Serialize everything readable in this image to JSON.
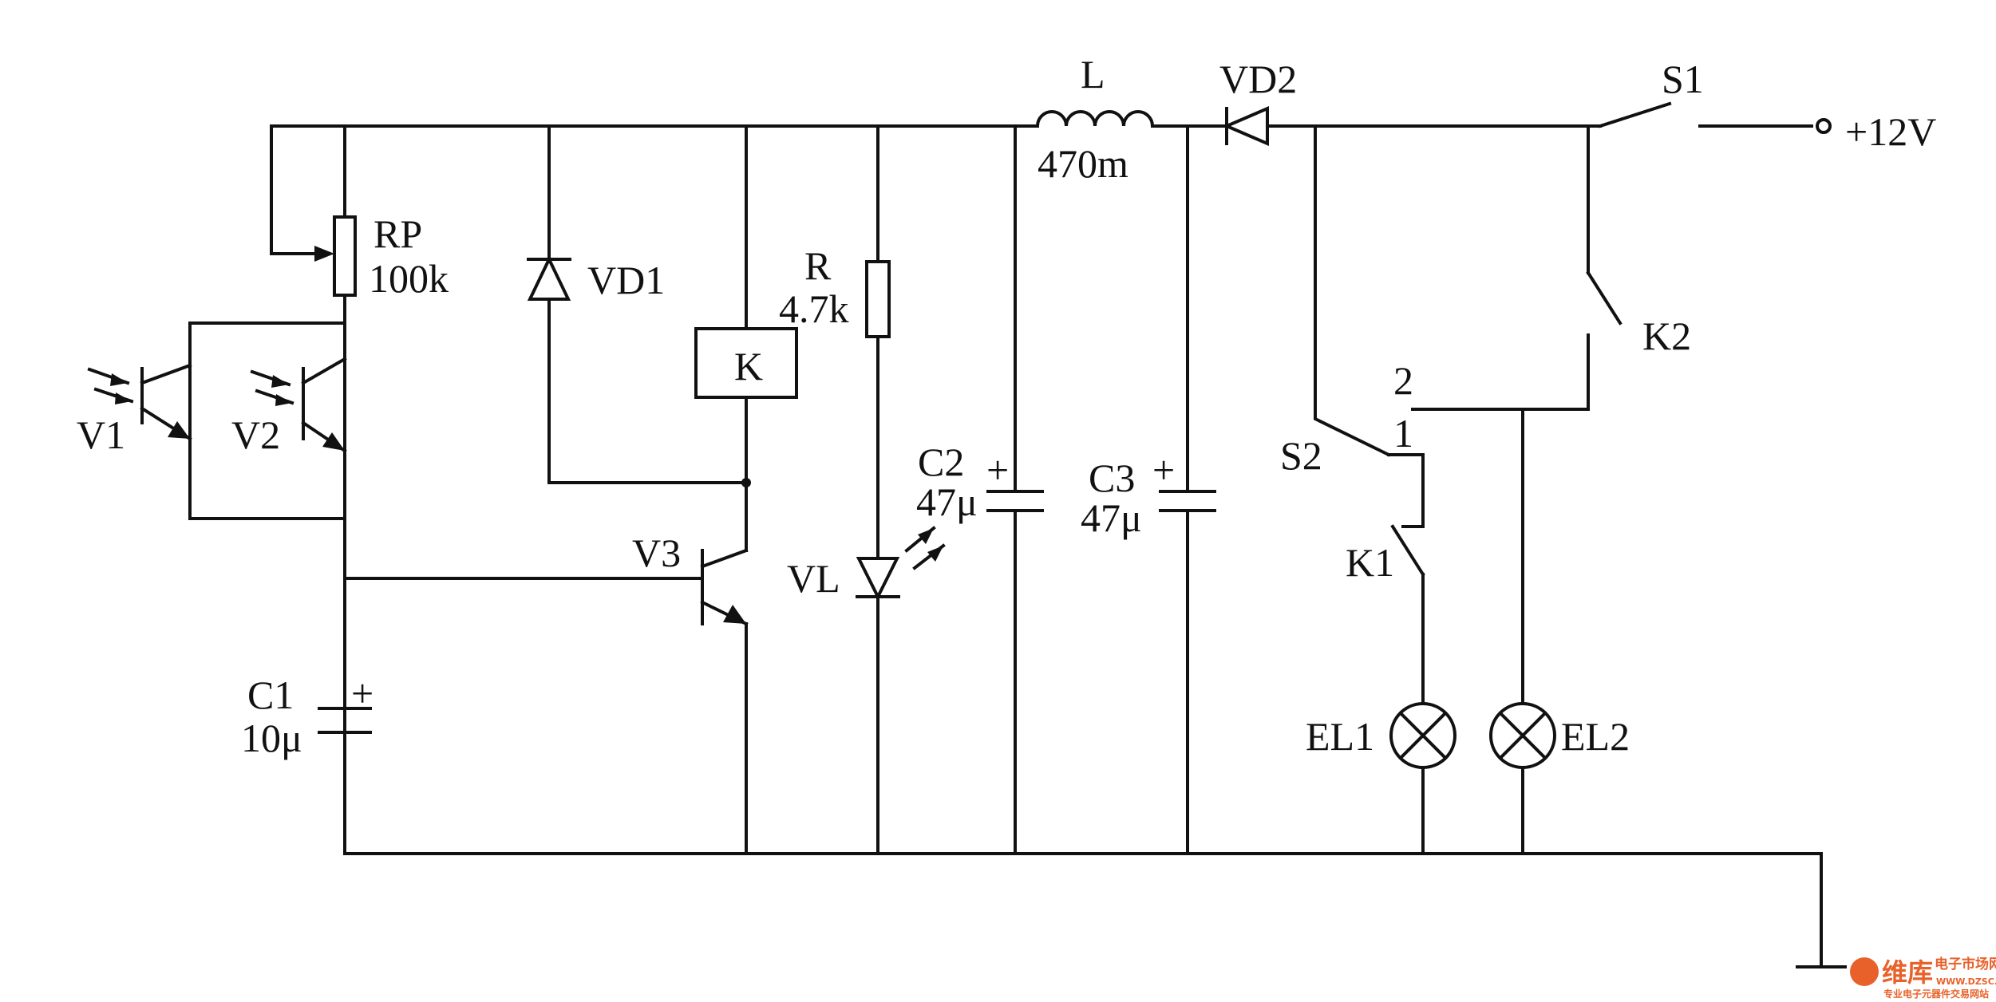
{
  "labels": {
    "RP": "RP",
    "RP_val": "100k",
    "V1": "V1",
    "V2": "V2",
    "V3": "V3",
    "VD1": "VD1",
    "VD2": "VD2",
    "K": "K",
    "R": "R",
    "R_val": "4.7k",
    "L": "L",
    "L_val": "470m",
    "C1": "C1",
    "C1_val": "10μ",
    "C2": "C2",
    "C2_val": "47μ",
    "C3": "C3",
    "C3_val": "47μ",
    "VL": "VL",
    "S1": "S1",
    "S2": "S2",
    "K1": "K1",
    "K2": "K2",
    "EL1": "EL1",
    "EL2": "EL2",
    "supply": "+12V",
    "pos_2": "2",
    "pos_1": "1",
    "plus": "+"
  },
  "watermark": {
    "brand": "维库",
    "name": "电子市场网",
    "url": "WWW.DZSC.COM",
    "slogan": "专业电子元器件交易网站",
    "color": "#e8612a"
  }
}
